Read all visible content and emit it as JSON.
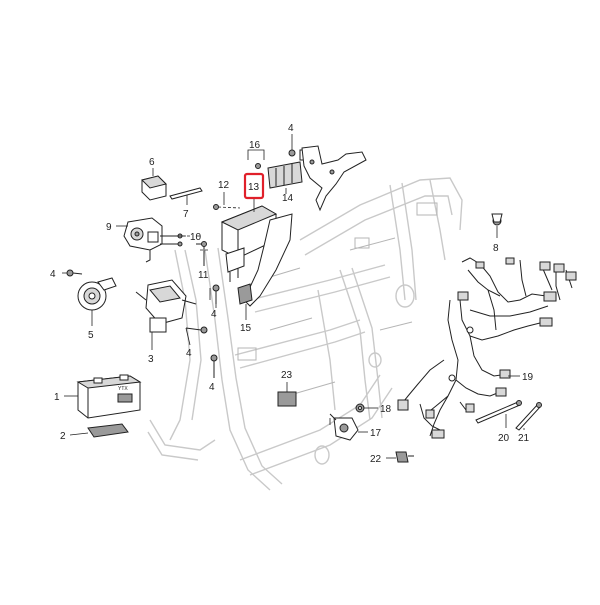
{
  "callouts": {
    "c1": "1",
    "c2": "2",
    "c3": "3",
    "c4a": "4",
    "c4b": "4",
    "c4c": "4",
    "c4d": "4",
    "c4e": "4",
    "c5": "5",
    "c6": "6",
    "c7": "7",
    "c8": "8",
    "c9": "9",
    "c10": "10",
    "c11": "11",
    "c12": "12",
    "c13": "13",
    "c14": "14",
    "c15": "15",
    "c16": "16",
    "c17": "17",
    "c18": "18",
    "c19": "19",
    "c20": "20",
    "c21": "21",
    "c22": "22",
    "c23": "23"
  },
  "highlight": {
    "part": "13",
    "color": "#e0202a"
  },
  "battery_label": "YTX"
}
